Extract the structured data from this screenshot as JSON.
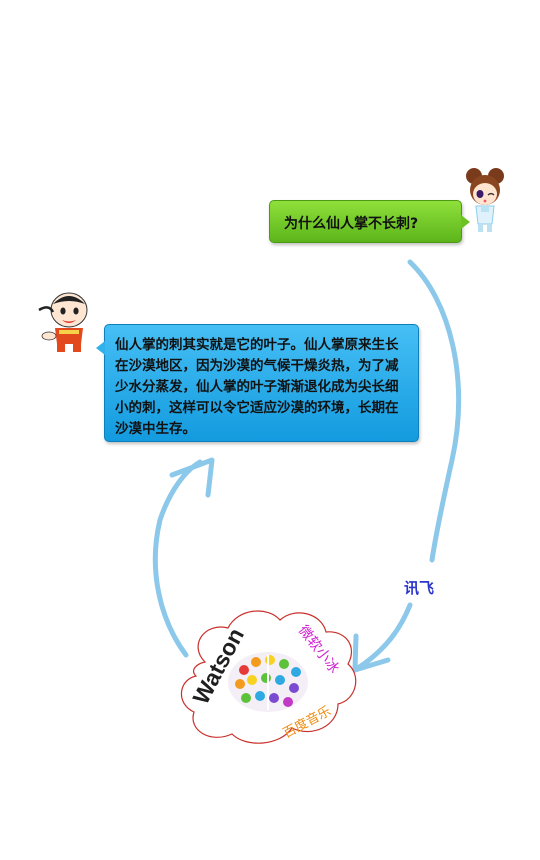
{
  "question": {
    "text": "为什么仙人掌不长刺?"
  },
  "answer": {
    "text": "仙人掌的刺其实就是它的叶子。仙人掌原来生长在沙漠地区，因为沙漠的气候干燥炎热，为了减少水分蒸发，仙人掌的叶子渐渐退化成为尖长细小的刺，这样可以令它适应沙漠的环境，长期在沙漠中生存。"
  },
  "flow": {
    "label": "讯飞"
  },
  "cloud": {
    "labels": {
      "watson": "Watson",
      "xiaobing": "微软小冰",
      "baidu": "百度音乐"
    }
  },
  "colors": {
    "question_bubble": "#6cc322",
    "answer_bubble": "#1ba8ea",
    "arrow": "#8cc8ea",
    "cloud_outline": "#c9302c",
    "xunfei_text": "#2a35c9",
    "xiaobing_text": "#d21fd2",
    "baidu_text": "#f08c12"
  },
  "icons": [
    "girl-avatar-icon",
    "boy-avatar-icon",
    "brain-icon"
  ]
}
